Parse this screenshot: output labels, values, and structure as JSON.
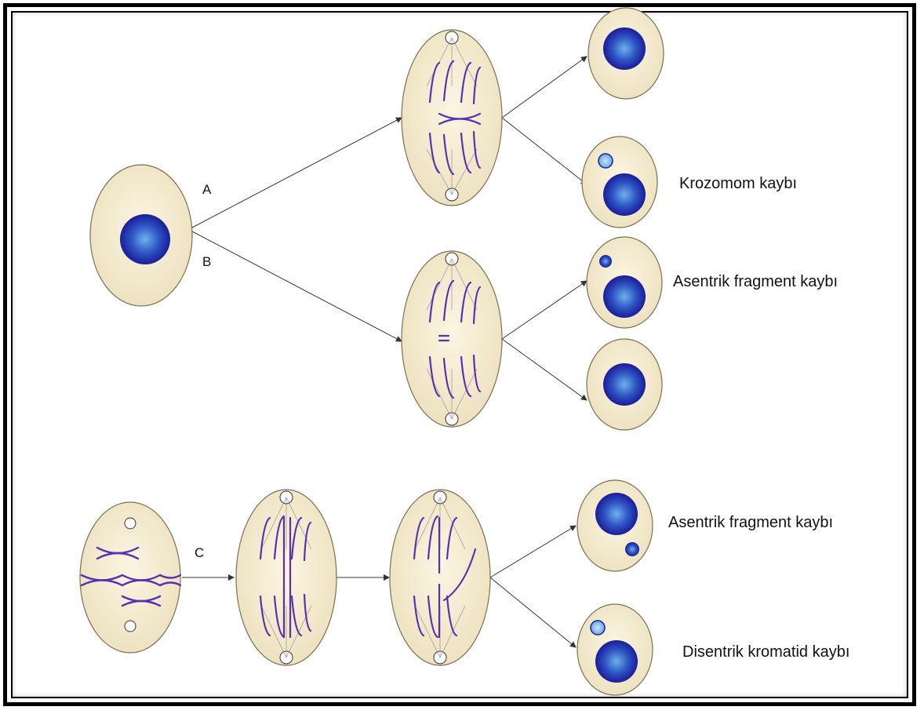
{
  "labels": {
    "a": "A",
    "b": "B",
    "c": "C",
    "chromosome_loss": "Krozomom kaybı",
    "acentric_loss_b": "Asentrik fragment kaybı",
    "acentric_loss_c": "Asentrik fragment kaybı",
    "dicentric_loss": "Disentrik kromatid kaybı"
  },
  "colors": {
    "cytoplasm": "#f3ead0",
    "cell_border": "#7a7056",
    "nucleus_dark": "#1b1d9a",
    "nucleus_light": "#5aa0e0",
    "micronucleus": "#8fc4f0",
    "chromosome": "#5a2fb0",
    "arrow": "#333333"
  }
}
